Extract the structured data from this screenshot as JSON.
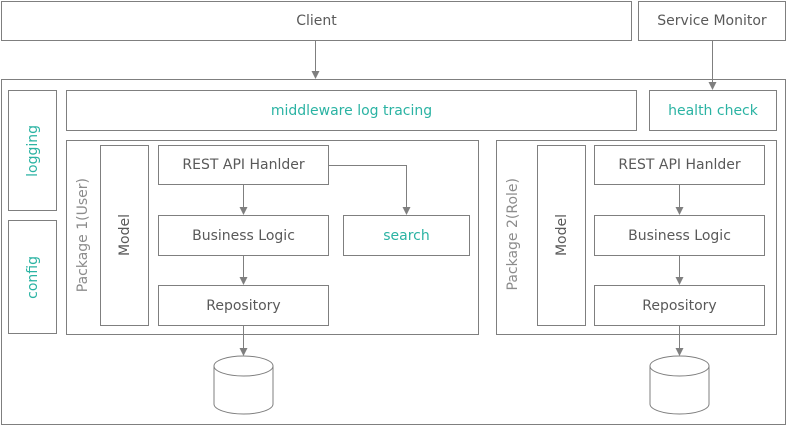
{
  "top": {
    "client": "Client",
    "service_monitor": "Service Monitor"
  },
  "sidebar": {
    "logging": "logging",
    "config": "config"
  },
  "middleware": "middleware log tracing",
  "health_check": "health check",
  "package1": {
    "label": "Package 1(User)",
    "model": "Model",
    "rest": "REST API Hanlder",
    "business": "Business Logic",
    "repository": "Repository",
    "search": "search"
  },
  "package2": {
    "label": "Package 2(Role)",
    "model": "Model",
    "rest": "REST API Hanlder",
    "business": "Business Logic",
    "repository": "Repository"
  },
  "colors": {
    "border": "#7f7f7f",
    "text": "#595959",
    "accent": "#2bb3a3"
  }
}
